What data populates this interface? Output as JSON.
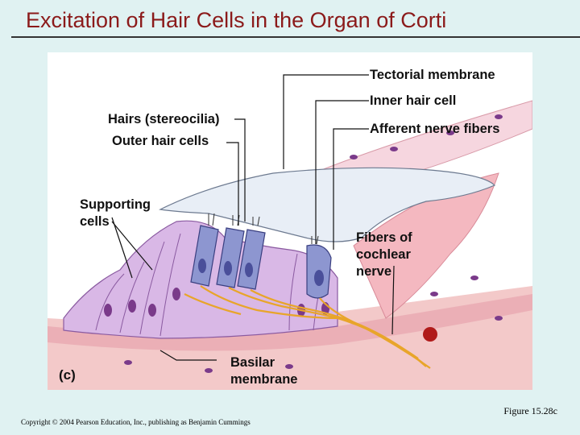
{
  "slide": {
    "title": "Excitation of Hair Cells in the Organ of Corti",
    "figure_caption": "Figure 15.28c",
    "copyright": "Copyright © 2004 Pearson Education, Inc., publishing as Benjamin Cummings"
  },
  "diagram": {
    "panel_label": "(c)",
    "labels": {
      "tectorial": "Tectorial membrane",
      "inner_hair": "Inner hair cell",
      "afferent": "Afferent nerve fibers",
      "hairs": "Hairs (stereocilia)",
      "outer_hair": "Outer hair cells",
      "supporting_1": "Supporting",
      "supporting_2": "cells",
      "fibers_1": "Fibers of",
      "fibers_2": "cochlear",
      "fibers_3": "nerve",
      "basilar_1": "Basilar",
      "basilar_2": "membrane"
    },
    "colors": {
      "tectorial": "#e8eef6",
      "support_cells": "#c9a9d9",
      "hair_cells": "#8d96d0",
      "nerve": "#e8a52a",
      "tissue": "#f2c4c4",
      "nuclei": "#7a3a8a"
    }
  }
}
